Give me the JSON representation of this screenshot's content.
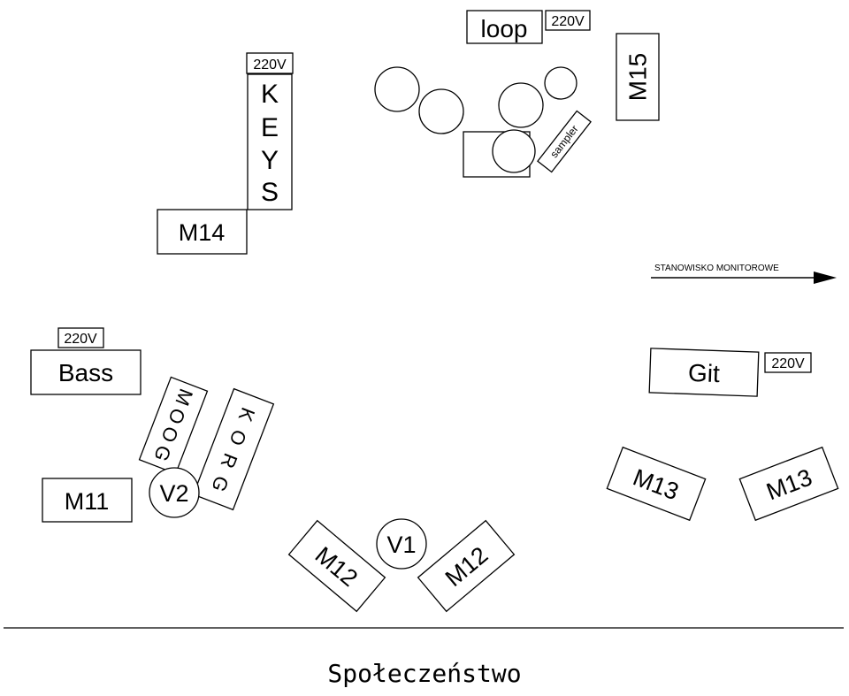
{
  "labels": {
    "loop": "loop",
    "power_loop": "220V",
    "power_keys": "220V",
    "power_bass": "220V",
    "power_git": "220V",
    "m15": "M15",
    "keys_letters": [
      "K",
      "E",
      "Y",
      "S"
    ],
    "m14": "M14",
    "sampler": "sampler",
    "monitor_station": "STANOWISKO  MONITOROWE",
    "bass": "Bass",
    "moog_letters": [
      "M",
      "O",
      "O",
      "G"
    ],
    "korg_letters": [
      "K",
      "O",
      "R",
      "G"
    ],
    "m11": "M11",
    "v2": "V2",
    "git": "Git",
    "m13_left": "M13",
    "m13_right": "M13",
    "v1": "V1",
    "m12_left": "M12",
    "m12_right": "M12",
    "audience": "Społeczeństwo"
  },
  "colors": {
    "stroke": "#000000",
    "background": "#ffffff"
  }
}
